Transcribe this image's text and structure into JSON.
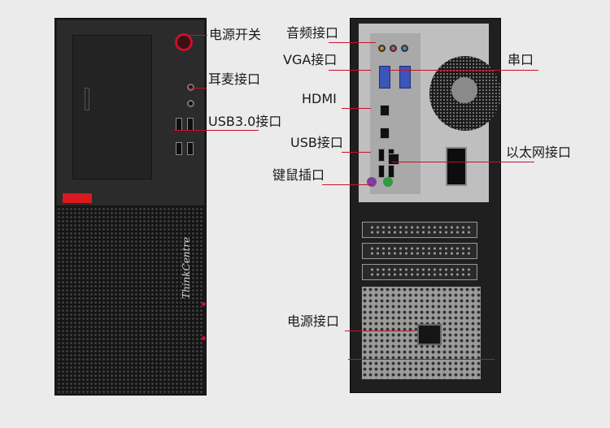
{
  "front_labels": {
    "power_switch": "电源开关",
    "headset_port": "耳麦接口",
    "usb3_port": "USB3.0接口"
  },
  "rear_labels": {
    "audio_port": "音频接口",
    "vga_port": "VGA接口",
    "serial_port": "串口",
    "hdmi": "HDMI",
    "usb_port": "USB接口",
    "ethernet_port": "以太网接口",
    "keyboard_mouse_port": "键鼠插口",
    "power_port": "电源接口"
  },
  "brand": "ThinkCentre",
  "colors": {
    "leader_line": "#c8102e",
    "accent_red": "#d9191e",
    "background": "#ebebeb",
    "chassis": "#1c1c1c",
    "vga_blue": "#3b55b8",
    "ps2_purple": "#7b3fa0",
    "ps2_green": "#2e9a43"
  }
}
